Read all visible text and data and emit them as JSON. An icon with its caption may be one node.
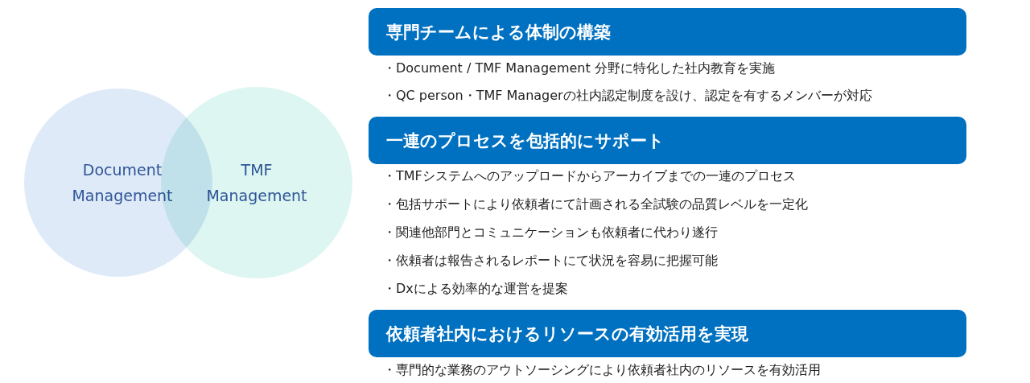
{
  "diagram": {
    "nodes": [
      {
        "text": [
          "Document Management"
        ]
      },
      {
        "text": [
          "TMF Management"
        ]
      },
      {
        "text": [
          "専門チームによる体制の構築"
        ]
      },
      {
        "text": [
          "一連のプロセスを包括的にサポート"
        ]
      },
      {
        "text": [
          "依頼者社内におけるリソースの有効活用を実現"
        ]
      }
    ],
    "labels": [
      "・Document / TMF Management 分野に特化した社内教育を実施",
      "・QC person・TMF Managerの社内認定制度を設け、認定を有するメンバーが対応",
      "・TMFシステムへのアップロードからアーカイブまでの一連のプロセス",
      "・包括サポートにより依頼者にて計画される全試験の品質レベルを一定化",
      "・関連他部門とコミュニケーションも依頼者に代わり遂行",
      "・依頼者は報告されるレポートにて状況を容易に把握可能",
      "・Dxによる効率的な運営を提案",
      "・専門的な業務のアウトソーシングにより依頼者社内のリソースを有効活用"
    ]
  }
}
